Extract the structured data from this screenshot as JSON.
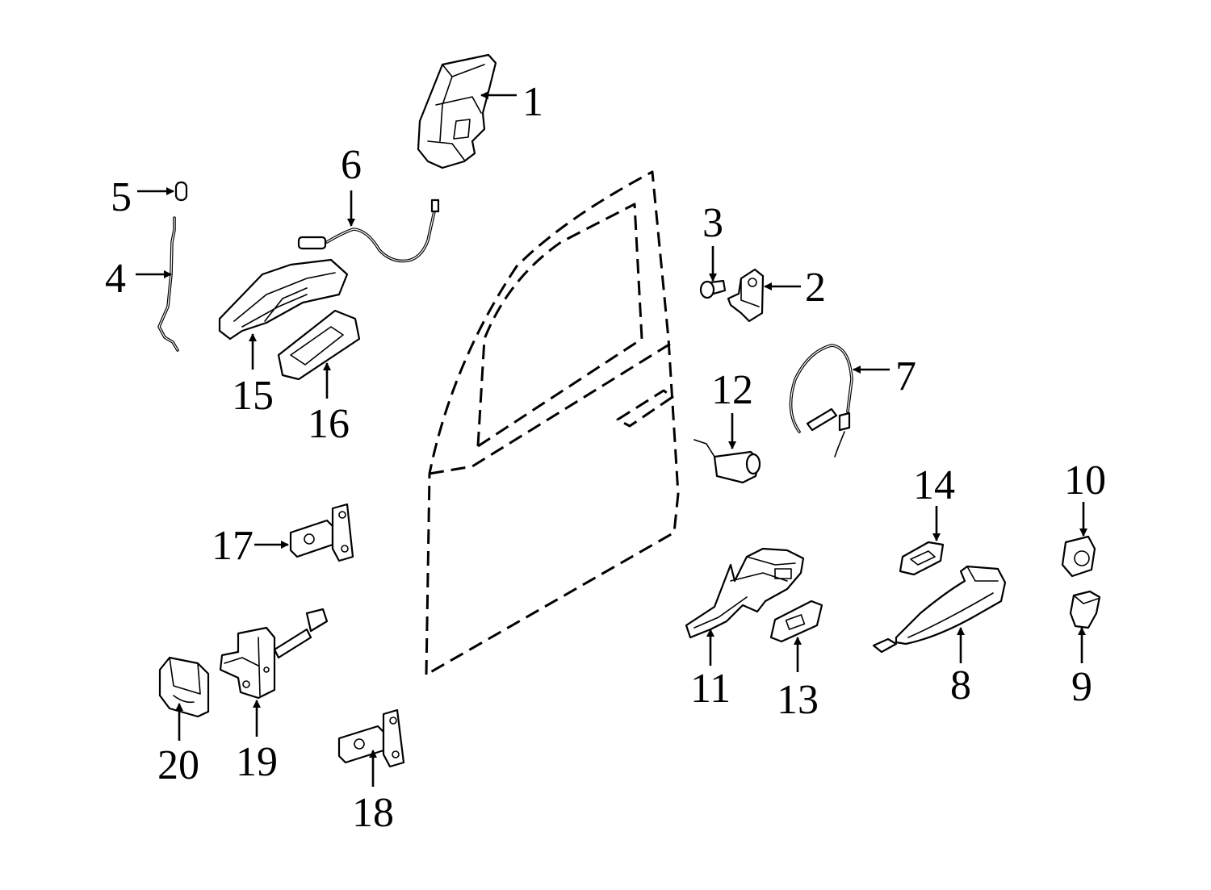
{
  "diagram": {
    "type": "exploded parts diagram",
    "line_color": "#000000",
    "background": "#ffffff",
    "callouts": [
      {
        "id": "1",
        "label": "1"
      },
      {
        "id": "2",
        "label": "2"
      },
      {
        "id": "3",
        "label": "3"
      },
      {
        "id": "4",
        "label": "4"
      },
      {
        "id": "5",
        "label": "5"
      },
      {
        "id": "6",
        "label": "6"
      },
      {
        "id": "7",
        "label": "7"
      },
      {
        "id": "8",
        "label": "8"
      },
      {
        "id": "9",
        "label": "9"
      },
      {
        "id": "10",
        "label": "10"
      },
      {
        "id": "11",
        "label": "11"
      },
      {
        "id": "12",
        "label": "12"
      },
      {
        "id": "13",
        "label": "13"
      },
      {
        "id": "14",
        "label": "14"
      },
      {
        "id": "15",
        "label": "15"
      },
      {
        "id": "16",
        "label": "16"
      },
      {
        "id": "17",
        "label": "17"
      },
      {
        "id": "18",
        "label": "18"
      },
      {
        "id": "19",
        "label": "19"
      },
      {
        "id": "20",
        "label": "20"
      }
    ]
  }
}
